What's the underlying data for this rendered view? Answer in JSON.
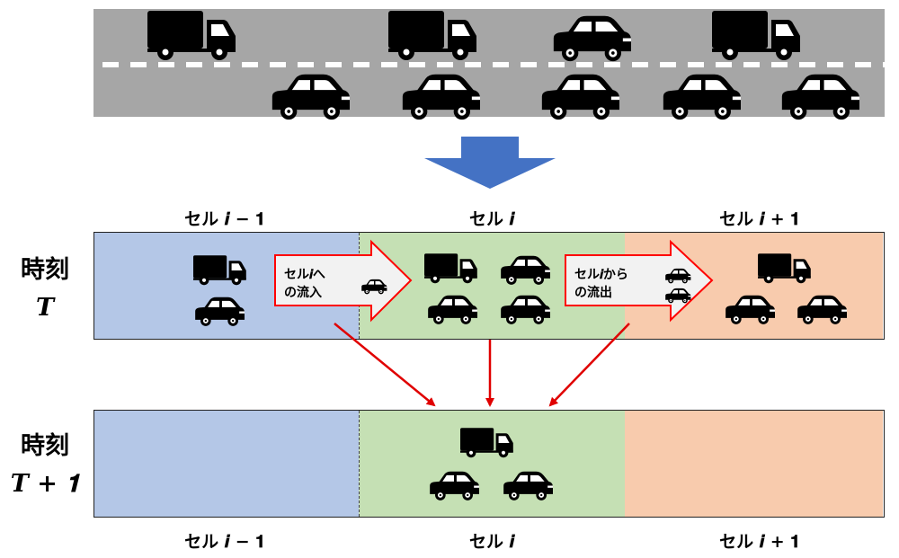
{
  "cells": {
    "left_label": "セル 𝒊 − 𝟏",
    "center_label": "セル 𝒊",
    "right_label": "セル 𝒊 + 𝟏"
  },
  "time_rows": [
    {
      "line1": "時刻",
      "line2": "𝑻"
    },
    {
      "line1": "時刻",
      "line2": "𝑻 + 𝟏"
    }
  ],
  "flows": {
    "inflow_line1": "セル𝒊へ",
    "inflow_line2": "の流入",
    "outflow_line1": "セル𝒊から",
    "outflow_line2": "の流出"
  },
  "colors": {
    "road": "#a6a6a6",
    "cell_left": "#b4c7e7",
    "cell_center": "#c5e0b4",
    "cell_right": "#f8cbad",
    "down_arrow": "#4472c4",
    "flow_arrow_border": "#ff0000",
    "connector_arrow": "#e00000"
  },
  "icons": [
    "truck-icon",
    "car-icon"
  ]
}
